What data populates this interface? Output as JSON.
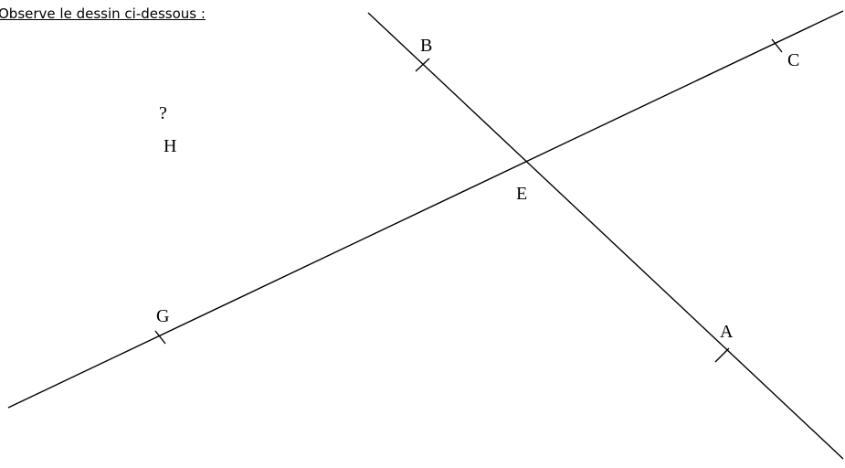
{
  "instruction": "Observe le dessin ci-dessous :",
  "question_mark": "?",
  "points": {
    "A": "A",
    "B": "B",
    "C": "C",
    "E": "E",
    "G": "G",
    "H": "H"
  },
  "colors": {
    "ink": "#000000",
    "background": "#ffffff"
  }
}
